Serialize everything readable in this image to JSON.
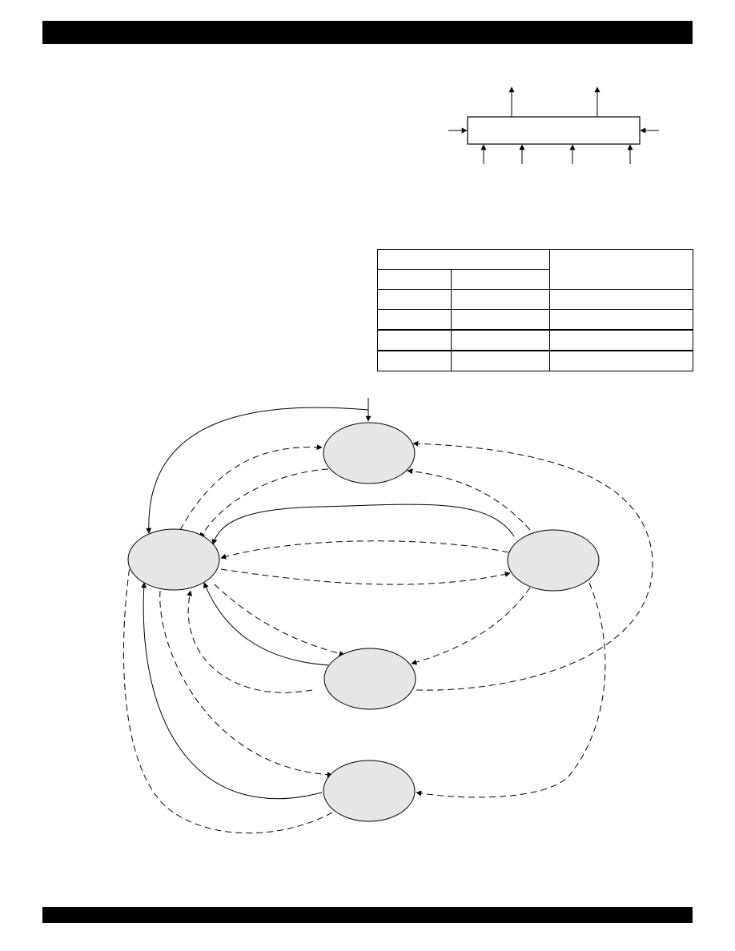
{
  "colors": {
    "header_bar": "#000000",
    "state_fill": "#e6e6e6",
    "line": "#000000"
  },
  "block": {
    "label": ""
  },
  "truth_table": {
    "header": {
      "group": "",
      "col1": "",
      "col2": "",
      "output": ""
    },
    "rows": [
      [
        "",
        "",
        ""
      ],
      [
        "",
        "",
        ""
      ],
      [
        "",
        "",
        ""
      ],
      [
        "",
        "",
        ""
      ]
    ]
  },
  "state_diagram": {
    "states": [
      {
        "id": "top",
        "label": ""
      },
      {
        "id": "left",
        "label": ""
      },
      {
        "id": "right",
        "label": ""
      },
      {
        "id": "middle",
        "label": ""
      },
      {
        "id": "bottom",
        "label": ""
      }
    ]
  }
}
